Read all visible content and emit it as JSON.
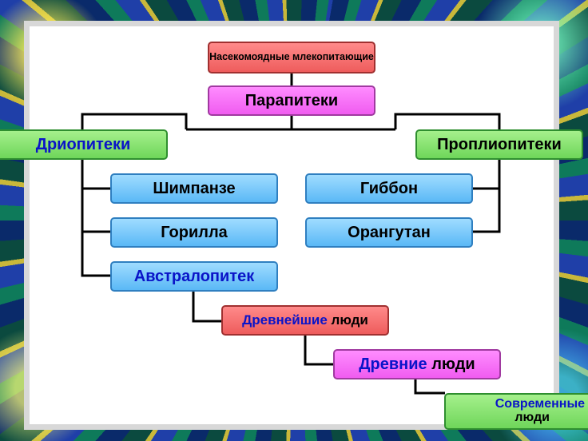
{
  "nodes": {
    "insectivores": "Насекомоядные млекопитающие",
    "parapithecus": "Парапитеки",
    "dryopithecus": "Дриопитеки",
    "propliopithecus": "Проплиопитеки",
    "chimpanzee": "Шимпанзе",
    "gorilla": "Горилла",
    "gibbon": "Гиббон",
    "orangutan": "Орангутан",
    "australopithecus": "Австралопитек",
    "earliest_people": {
      "part1": "Древнейшие",
      "part2": " люди"
    },
    "ancient_people": {
      "part1": "Древние",
      "part2": " люди"
    },
    "modern_people": {
      "part1": "Современные",
      "part2": "люди"
    }
  },
  "colors": {
    "red": "#ee5c5c",
    "pink": "#f05cf0",
    "blue": "#5ab8f6",
    "green": "#6fd65a",
    "navy_text": "#0a14c8",
    "connector": "#000000"
  }
}
